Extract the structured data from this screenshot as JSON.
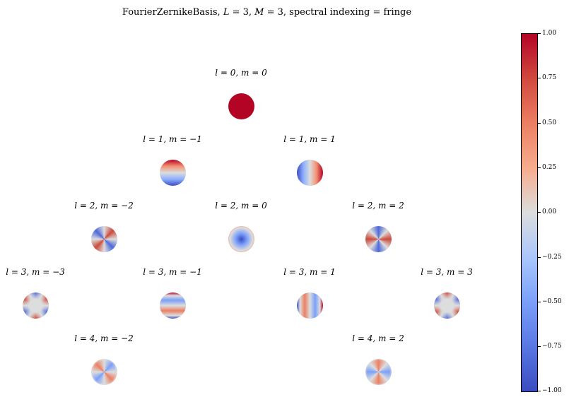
{
  "chart_data": {
    "type": "heatmap",
    "title": "FourierZernikeBasis, L=3, M=3, spectral indexing = fringe",
    "description": "Triangular grid of Zernike polynomial mode plots on the unit disk, colored with coolwarm colormap",
    "colormap": "coolwarm",
    "colorbar": {
      "vmin": -1.0,
      "vmax": 1.0,
      "ticks": [
        1.0,
        0.75,
        0.5,
        0.25,
        0.0,
        -0.25,
        -0.5,
        -0.75,
        -1.0
      ],
      "tick_labels": [
        "1.00",
        "0.75",
        "0.50",
        "0.25",
        "0.00",
        "−0.25",
        "−0.50",
        "−0.75",
        "−1.00"
      ]
    },
    "panels": [
      {
        "l": 0,
        "m": 0,
        "label": "l = 0, m = 0",
        "pattern": "uniform +1"
      },
      {
        "l": 1,
        "m": -1,
        "label": "l = 1, m = −1",
        "pattern": "vertical gradient red top, blue bottom"
      },
      {
        "l": 1,
        "m": 1,
        "label": "l = 1, m = 1",
        "pattern": "horizontal gradient blue left, red right"
      },
      {
        "l": 2,
        "m": -2,
        "label": "l = 2, m = −2",
        "pattern": "saddle diagonal"
      },
      {
        "l": 2,
        "m": 0,
        "label": "l = 2, m = 0",
        "pattern": "defocus: blue center, red rim"
      },
      {
        "l": 2,
        "m": 2,
        "label": "l = 2, m = 2",
        "pattern": "astigmatism: red left/right, blue top/bottom"
      },
      {
        "l": 3,
        "m": -3,
        "label": "l = 3, m = −3",
        "pattern": "trefoil"
      },
      {
        "l": 3,
        "m": -1,
        "label": "l = 3, m = −1",
        "pattern": "coma vertical"
      },
      {
        "l": 3,
        "m": 1,
        "label": "l = 3, m = 1",
        "pattern": "coma horizontal"
      },
      {
        "l": 3,
        "m": 3,
        "label": "l = 3, m = 3",
        "pattern": "trefoil"
      },
      {
        "l": 4,
        "m": -2,
        "label": "l = 4, m = −2",
        "pattern": "secondary astigmatism diagonal"
      },
      {
        "l": 4,
        "m": 2,
        "label": "l = 4, m = 2",
        "pattern": "secondary astigmatism"
      }
    ]
  },
  "title": {
    "prefix": "FourierZernikeBasis, ",
    "L_var": "L",
    "L_val": " = 3, ",
    "M_var": "M",
    "M_val": " = 3, spectral indexing = fringe"
  },
  "labels": {
    "p00": "l = 0, m = 0",
    "p1m1": "l = 1, m = −1",
    "p11": "l = 1, m = 1",
    "p2m2": "l = 2, m = −2",
    "p20": "l = 2, m = 0",
    "p22": "l = 2, m = 2",
    "p3m3": "l = 3, m = −3",
    "p3m1": "l = 3, m = −1",
    "p31": "l = 3, m = 1",
    "p33": "l = 3, m = 3",
    "p4m2": "l = 4, m = −2",
    "p42": "l = 4, m = 2"
  },
  "ticks": {
    "t0": "1.00",
    "t1": "0.75",
    "t2": "0.50",
    "t3": "0.25",
    "t4": "0.00",
    "t5": "−0.25",
    "t6": "−0.50",
    "t7": "−0.75",
    "t8": "−1.00"
  }
}
